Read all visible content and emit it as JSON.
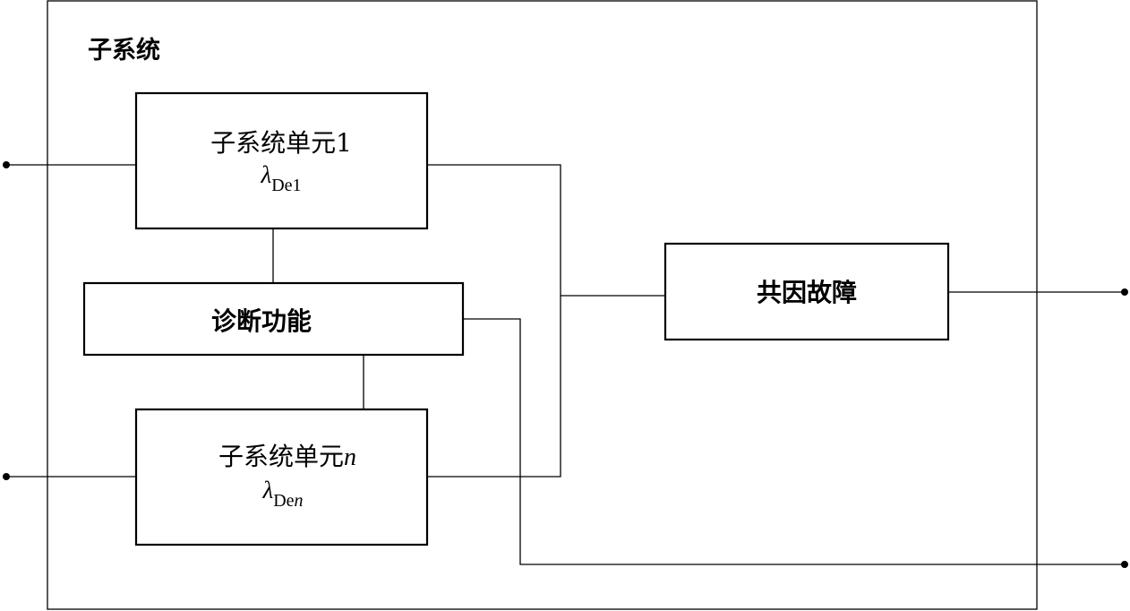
{
  "subsystem": {
    "title": "子系统"
  },
  "unit1": {
    "label": "子系统单元1",
    "lambda_symbol": "λ",
    "lambda_sub": "De1"
  },
  "diagnostic": {
    "label": "诊断功能"
  },
  "unitn": {
    "label_main": "子系统单元",
    "label_var": "n",
    "lambda_symbol": "λ",
    "lambda_sub_main": "De",
    "lambda_sub_var": "n"
  },
  "ccf": {
    "label": "共因故障"
  }
}
